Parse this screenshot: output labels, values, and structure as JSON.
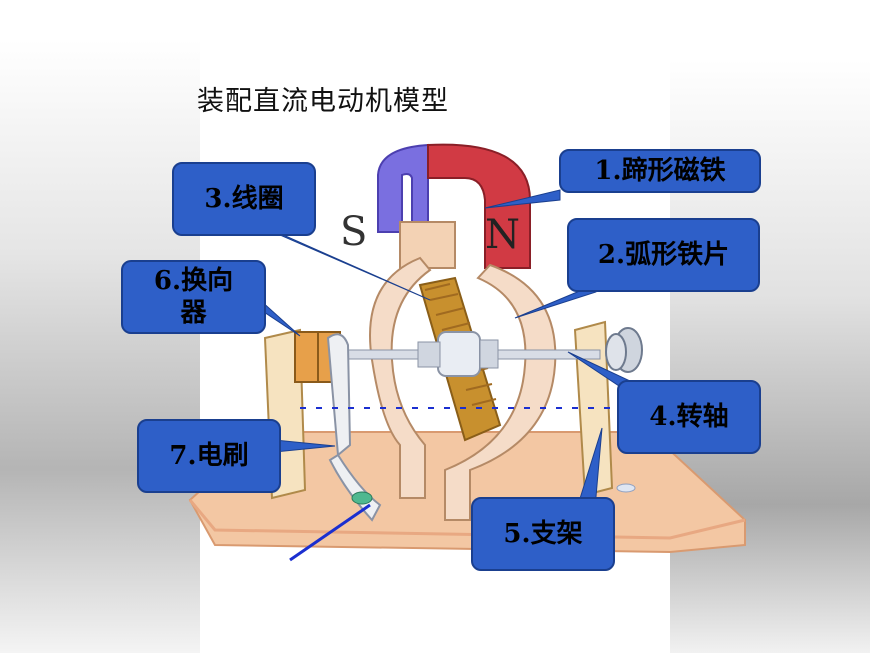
{
  "title": "装配直流电动机模型",
  "magnet_labels": {
    "south": "S",
    "north": "N"
  },
  "labels": {
    "magnet": "1.蹄形磁铁",
    "arc_iron": "2.弧形铁片",
    "coil": "3.线圈",
    "shaft": "4.转轴",
    "support": "5.支架",
    "commutator": "6.换向器",
    "brush": "7.电刷"
  },
  "colors": {
    "callout_fill": "#2e5fc8",
    "magnet_north": "#c8323c",
    "magnet_south": "#6a5ed0",
    "base": "#f3c7a3",
    "coil": "#c8902e",
    "wire": "#1b2fd0"
  }
}
